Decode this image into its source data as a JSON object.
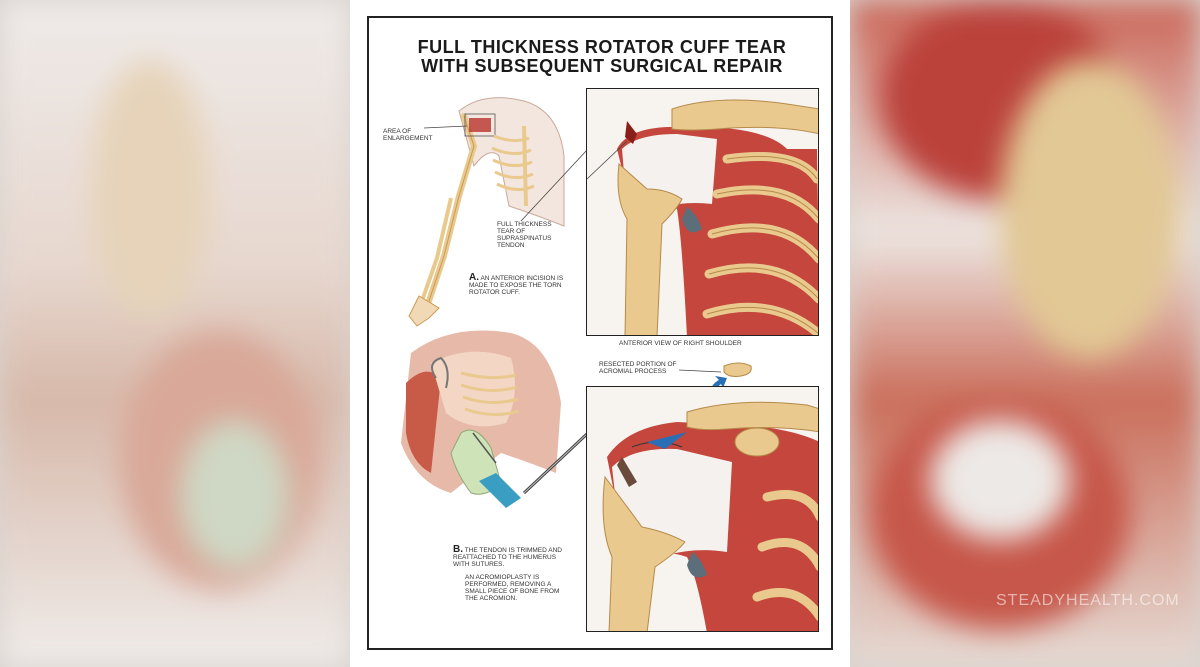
{
  "title_line1": "FULL THICKNESS ROTATOR CUFF TEAR",
  "title_line2": "WITH SUBSEQUENT SURGICAL REPAIR",
  "labels": {
    "area_enlargement": "AREA OF ENLARGEMENT",
    "full_thickness_tear": "FULL THICKNESS TEAR OF SUPRASPINATUS TENDON",
    "step_a_letter": "A.",
    "step_a_text": "AN ANTERIOR INCISION IS MADE TO EXPOSE THE TORN ROTATOR CUFF.",
    "anterior_view": "ANTERIOR VIEW OF RIGHT SHOULDER",
    "resected_portion": "RESECTED PORTION OF ACROMIAL PROCESS",
    "step_b_letter": "B.",
    "step_b_text1": "THE TENDON IS TRIMMED AND REATTACHED TO THE HUMERUS WITH SUTURES.",
    "step_b_text2": "AN ACROMIOPLASTY IS PERFORMED, REMOVING A SMALL PIECE OF BONE FROM THE ACROMION."
  },
  "watermark": "STEADYHEALTH.COM",
  "colors": {
    "muscle": "#b8332c",
    "bone": "#e9c98d",
    "tendon": "#f4f1ee",
    "arrow": "#2a6fb5",
    "glove": "#cfe3b8"
  }
}
